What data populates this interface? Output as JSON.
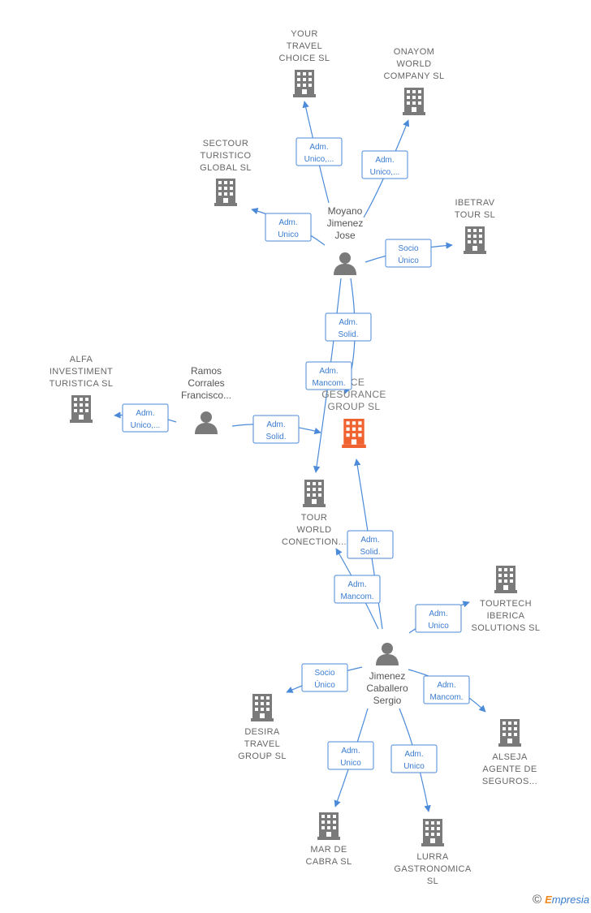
{
  "colors": {
    "company": "#7a7a7a",
    "focus": "#f0622f",
    "person": "#7a7a7a",
    "edge": "#4a8ad8"
  },
  "companies": [
    {
      "id": "your_travel",
      "lines": [
        "YOUR",
        "TRAVEL",
        "CHOICE  SL"
      ]
    },
    {
      "id": "onayom",
      "lines": [
        "ONAYOM",
        "WORLD",
        "COMPANY  SL"
      ]
    },
    {
      "id": "sectour",
      "lines": [
        "SECTOUR",
        "TURISTICO",
        "GLOBAL  SL"
      ]
    },
    {
      "id": "ibetrav",
      "lines": [
        "IBETRAV",
        "TOUR SL"
      ]
    },
    {
      "id": "alfa",
      "lines": [
        "ALFA",
        "INVESTIMENT",
        "TURISTICA  SL"
      ]
    },
    {
      "id": "focus",
      "lines": [
        "RCE",
        "GESURANCE",
        "GROUP  SL"
      ],
      "focus": true
    },
    {
      "id": "tour_world",
      "lines": [
        "TOUR",
        "WORLD",
        "CONECTION..."
      ]
    },
    {
      "id": "tourtech",
      "lines": [
        "TOURTECH",
        "IBERICA",
        "SOLUTIONS  SL"
      ]
    },
    {
      "id": "desira",
      "lines": [
        "DESIRA",
        "TRAVEL",
        "GROUP  SL"
      ]
    },
    {
      "id": "alseja",
      "lines": [
        "ALSEJA",
        "AGENTE DE",
        "SEGUROS..."
      ]
    },
    {
      "id": "mar_de_cabra",
      "lines": [
        "MAR DE",
        "CABRA  SL"
      ]
    },
    {
      "id": "lurra",
      "lines": [
        "LURRA",
        "GASTRONOMICA",
        "SL"
      ]
    }
  ],
  "people": [
    {
      "id": "moyano",
      "lines": [
        "Moyano",
        "Jimenez",
        "Jose"
      ]
    },
    {
      "id": "ramos",
      "lines": [
        "Ramos",
        "Corrales",
        "Francisco..."
      ]
    },
    {
      "id": "jimenez",
      "lines": [
        "Jimenez",
        "Caballero",
        "Sergio"
      ]
    }
  ],
  "relations": [
    {
      "id": "r1",
      "lines": [
        "Adm.",
        "Unico,..."
      ]
    },
    {
      "id": "r2",
      "lines": [
        "Adm.",
        "Unico,..."
      ]
    },
    {
      "id": "r3",
      "lines": [
        "Adm.",
        "Unico"
      ]
    },
    {
      "id": "r4",
      "lines": [
        "Socio",
        "Único"
      ]
    },
    {
      "id": "r5",
      "lines": [
        "Adm.",
        "Solid."
      ]
    },
    {
      "id": "r6",
      "lines": [
        "Adm.",
        "Mancom."
      ]
    },
    {
      "id": "r7",
      "lines": [
        "Adm.",
        "Unico,..."
      ]
    },
    {
      "id": "r8",
      "lines": [
        "Adm.",
        "Solid."
      ]
    },
    {
      "id": "r9",
      "lines": [
        "Adm.",
        "Solid."
      ]
    },
    {
      "id": "r10",
      "lines": [
        "Adm.",
        "Mancom."
      ]
    },
    {
      "id": "r11",
      "lines": [
        "Adm.",
        "Unico"
      ]
    },
    {
      "id": "r12",
      "lines": [
        "Socio",
        "Único"
      ]
    },
    {
      "id": "r13",
      "lines": [
        "Adm.",
        "Mancom."
      ]
    },
    {
      "id": "r14",
      "lines": [
        "Adm.",
        "Unico"
      ]
    },
    {
      "id": "r15",
      "lines": [
        "Adm.",
        "Unico"
      ]
    }
  ],
  "footer": {
    "copyright": "©",
    "brand_first": "E",
    "brand_rest": "mpresia"
  }
}
